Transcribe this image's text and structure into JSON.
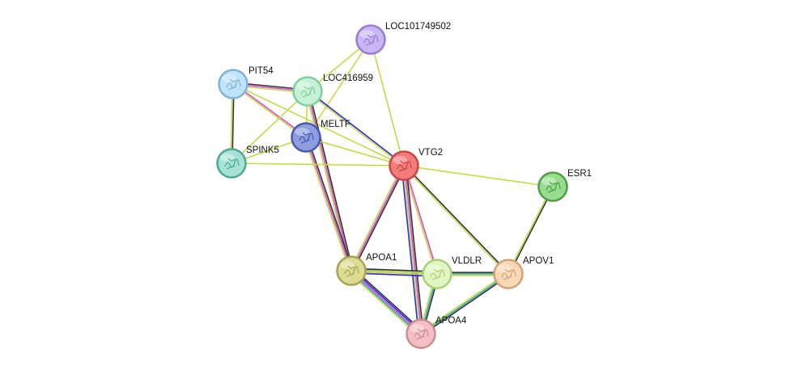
{
  "network": {
    "nodes": [
      {
        "id": "loc101749502",
        "label": "LOC101749502",
        "fill": "#c9b6f2",
        "stroke": "#9a7ad6"
      },
      {
        "id": "pit54",
        "label": "PIT54",
        "fill": "#bfe3f8",
        "stroke": "#7fb3d8"
      },
      {
        "id": "loc416959",
        "label": "LOC416959",
        "fill": "#c5f1d5",
        "stroke": "#7fcf9c"
      },
      {
        "id": "meltf",
        "label": "MELTF",
        "fill": "#8e9de0",
        "stroke": "#4a5aa8"
      },
      {
        "id": "spink5",
        "label": "SPINK5",
        "fill": "#a6e3d6",
        "stroke": "#4fa894"
      },
      {
        "id": "vtg2",
        "label": "VTG2",
        "fill": "#f07c7c",
        "stroke": "#cc4444"
      },
      {
        "id": "esr1",
        "label": "ESR1",
        "fill": "#98dc8f",
        "stroke": "#4f9e47"
      },
      {
        "id": "apoa1",
        "label": "APOA1",
        "fill": "#dddc92",
        "stroke": "#a7a453"
      },
      {
        "id": "vldlr",
        "label": "VLDLR",
        "fill": "#e2f5c2",
        "stroke": "#a8d07a"
      },
      {
        "id": "apov1",
        "label": "APOV1",
        "fill": "#f8d8b6",
        "stroke": "#d2a378"
      },
      {
        "id": "apoa4",
        "label": "APOA4",
        "fill": "#f4c0c4",
        "stroke": "#c98d93"
      }
    ],
    "edges": [
      {
        "from": "loc101749502",
        "to": "loc416959",
        "colors": [
          "#c8d84a"
        ]
      },
      {
        "from": "loc101749502",
        "to": "meltf",
        "colors": [
          "#c8d84a"
        ]
      },
      {
        "from": "loc101749502",
        "to": "vtg2",
        "colors": [
          "#c8d84a"
        ]
      },
      {
        "from": "pit54",
        "to": "loc416959",
        "colors": [
          "#333333",
          "#d14fd1",
          "#c8d84a"
        ]
      },
      {
        "from": "pit54",
        "to": "meltf",
        "colors": [
          "#d14fd1",
          "#c8d84a"
        ]
      },
      {
        "from": "pit54",
        "to": "spink5",
        "colors": [
          "#333333",
          "#c8d84a"
        ]
      },
      {
        "from": "pit54",
        "to": "vtg2",
        "colors": [
          "#c8d84a"
        ]
      },
      {
        "from": "loc416959",
        "to": "meltf",
        "colors": [
          "#c8d84a"
        ]
      },
      {
        "from": "loc416959",
        "to": "spink5",
        "colors": [
          "#c8d84a"
        ]
      },
      {
        "from": "loc416959",
        "to": "vtg2",
        "colors": [
          "#2b2be0",
          "#c8d84a"
        ]
      },
      {
        "from": "loc416959",
        "to": "apoa1",
        "colors": [
          "#333333",
          "#d14fd1",
          "#c8d84a"
        ]
      },
      {
        "from": "meltf",
        "to": "spink5",
        "colors": [
          "#c8d84a"
        ]
      },
      {
        "from": "meltf",
        "to": "vtg2",
        "colors": [
          "#c8d84a"
        ]
      },
      {
        "from": "meltf",
        "to": "apoa1",
        "colors": [
          "#333333",
          "#d14fd1",
          "#c8d84a"
        ]
      },
      {
        "from": "spink5",
        "to": "vtg2",
        "colors": [
          "#c8d84a"
        ]
      },
      {
        "from": "vtg2",
        "to": "esr1",
        "colors": [
          "#c8d84a"
        ]
      },
      {
        "from": "vtg2",
        "to": "apoa1",
        "colors": [
          "#333333",
          "#d14fd1",
          "#c8d84a"
        ]
      },
      {
        "from": "vtg2",
        "to": "vldlr",
        "colors": [
          "#d14fd1",
          "#c8d84a"
        ]
      },
      {
        "from": "vtg2",
        "to": "apov1",
        "colors": [
          "#333333",
          "#c8d84a"
        ]
      },
      {
        "from": "vtg2",
        "to": "apoa4",
        "colors": [
          "#333333",
          "#d14fd1",
          "#c8d84a",
          "#2b2be0"
        ]
      },
      {
        "from": "esr1",
        "to": "apov1",
        "colors": [
          "#333333",
          "#c8d84a"
        ]
      },
      {
        "from": "apoa1",
        "to": "vldlr",
        "colors": [
          "#333333",
          "#2fa8a8",
          "#c8d84a",
          "#2b2be0"
        ]
      },
      {
        "from": "apoa1",
        "to": "apoa4",
        "colors": [
          "#333333",
          "#2b2be0",
          "#d14fd1",
          "#2fa8a8",
          "#c8d84a"
        ]
      },
      {
        "from": "apoa1",
        "to": "apov1",
        "colors": [
          "#c8d84a"
        ]
      },
      {
        "from": "vldlr",
        "to": "apov1",
        "colors": [
          "#333333",
          "#2fa8a8",
          "#c8d84a"
        ]
      },
      {
        "from": "vldlr",
        "to": "apoa4",
        "colors": [
          "#333333",
          "#2fa8a8",
          "#c8d84a"
        ]
      },
      {
        "from": "apov1",
        "to": "apoa4",
        "colors": [
          "#333333",
          "#2fa8a8",
          "#c8d84a"
        ]
      }
    ]
  }
}
